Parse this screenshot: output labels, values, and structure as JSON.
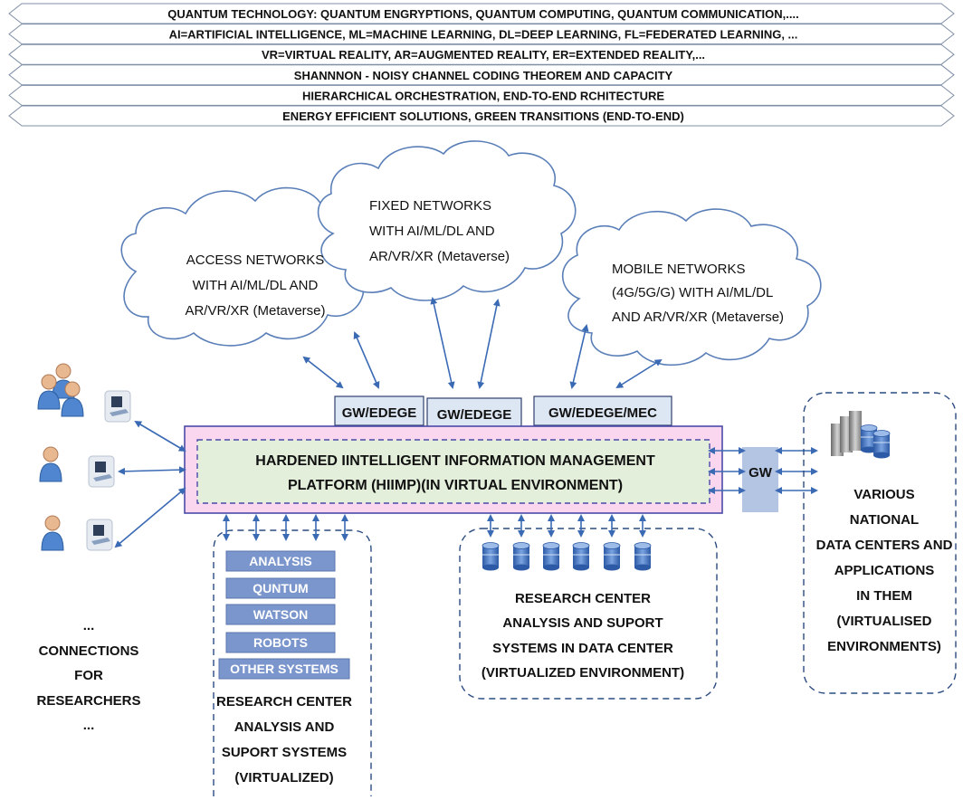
{
  "bands": [
    "QUANTUM TECHNOLOGY: QUANTUM ENGRYPTIONS, QUANTUM COMPUTING, QUANTUM COMMUNICATION,....",
    "AI=ARTIFICIAL INTELLIGENCE, ML=MACHINE LEARNING, DL=DEEP LEARNING, FL=FEDERATED LEARNING, ...",
    "VR=VIRTUAL REALITY, AR=AUGMENTED REALITY, ER=EXTENDED REALITY,...",
    "SHANNNON - NOISY CHANNEL CODING THEOREM AND CAPACITY",
    "HIERARCHICAL ORCHESTRATION, END-TO-END RCHITECTURE",
    "ENERGY EFFICIENT SOLUTIONS, GREEN  TRANSITIONS (END-TO-END)"
  ],
  "clouds": {
    "access": [
      "ACCESS NETWORKS",
      "WITH AI/ML/DL AND",
      "AR/VR/XR (Metaverse)"
    ],
    "fixed": [
      "FIXED NETWORKS",
      "WITH AI/ML/DL AND",
      "AR/VR/XR (Metaverse)"
    ],
    "mobile": [
      "MOBILE NETWORKS",
      "(4G/5G/G) WITH AI/ML/DL",
      "AND AR/VR/XR (Metaverse)"
    ]
  },
  "gateways": {
    "gw1": "GW/EDEGE",
    "gw2": "GW/EDEGE",
    "gw3": "GW/EDEGE/MEC",
    "gw_right": "GW"
  },
  "platform": {
    "line1": "HARDENED IINTELLIGENT  INFORMATION MANAGEMENT",
    "line2": "PLATFORM (HIIMP)(IN  VIRTUAL  ENVIRONMENT)"
  },
  "systems": [
    "ANALYSIS",
    "QUNTUM",
    "WATSON",
    "ROBOTS",
    "OTHER SYSTEMS"
  ],
  "systems_caption": [
    "RESEARCH  CENTER",
    "ANALYSIS AND",
    "SUPORT SYSTEMS",
    "(VIRTUALIZED)"
  ],
  "datacenter_caption": [
    "RESEARCH CENTER",
    "ANALYSIS AND SUPORT",
    "SYSTEMS  IN DATA CENTER",
    "(VIRTUALIZED  ENVIRONMENT)"
  ],
  "national_caption": [
    "VARIOUS",
    "NATIONAL",
    "DATA CENTERS AND",
    "APPLICATIONS",
    "IN THEM",
    "(VIRTUALISED",
    "ENVIRONMENTS)"
  ],
  "researchers_caption": [
    "...",
    "CONNECTIONS",
    "FOR",
    "RESEARCHERS",
    "..."
  ],
  "colors": {
    "band_stroke": "#7f8fa6",
    "arrow": "#3b6ab4",
    "cloud_stroke": "#5a7fb8",
    "cloud_fill": "#ffffff",
    "gw_fill": "#dde6f3",
    "gw_stroke": "#2f3f6e",
    "platform_outer": "#fad7ee",
    "platform_inner": "#e3efdb",
    "platform_border": "#4a4aa8",
    "dashed": "#2a4b80",
    "system_fill": "#7b96cc",
    "gw_right_fill": "#b4c5e4",
    "cylinder": "#3f6fba"
  }
}
